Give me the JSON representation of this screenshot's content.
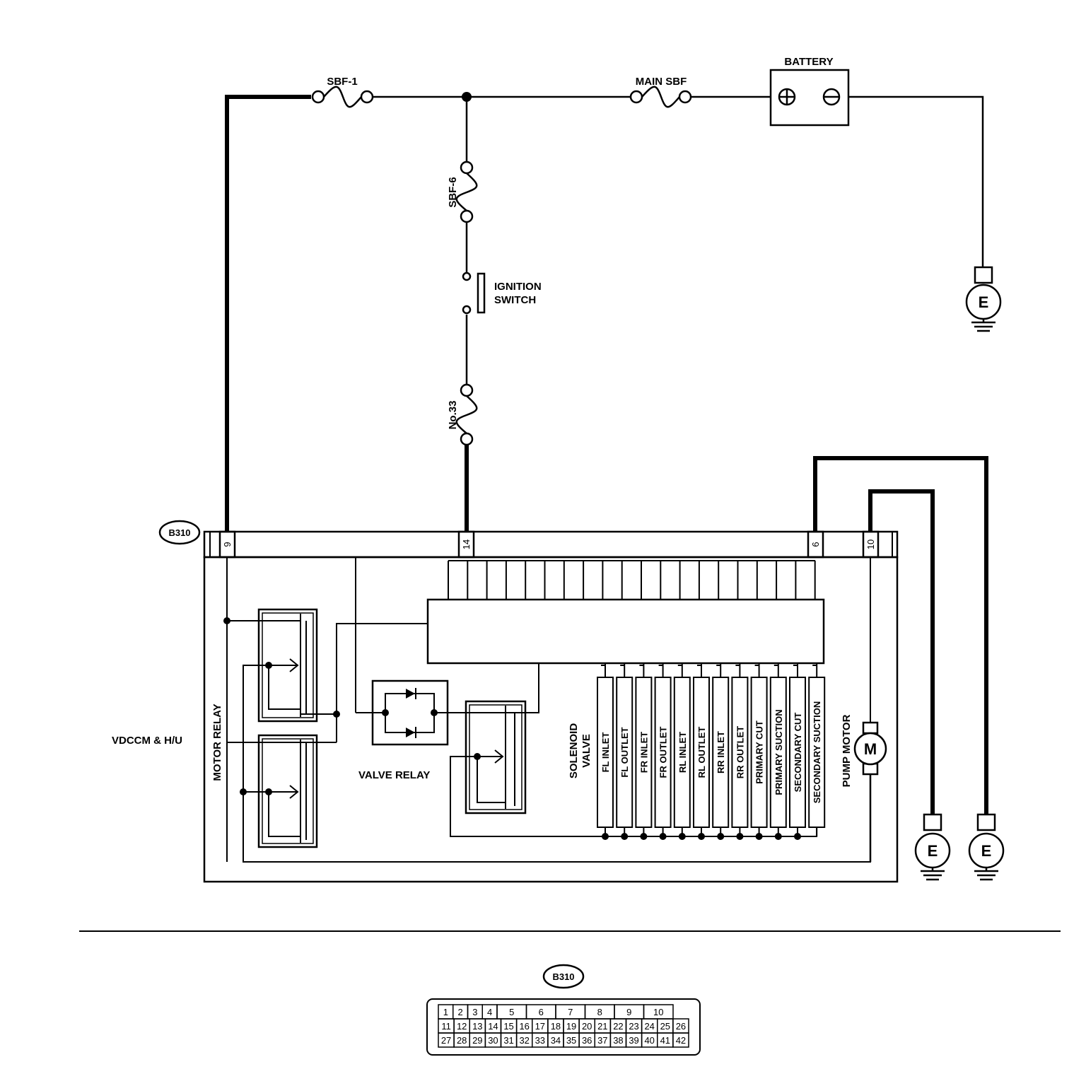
{
  "colors": {
    "ink": "#000000",
    "paper": "#ffffff"
  },
  "labels": {
    "sbf1": "SBF-1",
    "main_sbf": "MAIN SBF",
    "battery": "BATTERY",
    "battery_plus": "+",
    "battery_minus": "−",
    "sbf6": "SBF-6",
    "ignition_line1": "IGNITION",
    "ignition_line2": "SWITCH",
    "no33": "No.33",
    "connector": "B310",
    "vdccm": "VDCCM & H/U",
    "motor_relay": "MOTOR RELAY",
    "valve_relay": "VALVE RELAY",
    "solenoid_line1": "SOLENOID",
    "solenoid_line2": "VALVE",
    "pump_motor": "PUMP MOTOR",
    "motor_symbol": "M",
    "ground_symbol": "E"
  },
  "terminals": [
    "9",
    "14",
    "6",
    "10"
  ],
  "solenoid_valves": [
    "FL INLET",
    "FL OUTLET",
    "FR INLET",
    "FR OUTLET",
    "RL INLET",
    "RL OUTLET",
    "RR INLET",
    "RR OUTLET",
    "PRIMARY CUT",
    "PRIMARY SUCTION",
    "SECONDARY CUT",
    "SECONDARY SUCTION"
  ],
  "connector_face": {
    "name": "B310",
    "row1": [
      "1",
      "2",
      "3",
      "4",
      "5",
      "6",
      "7",
      "8",
      "9",
      "10"
    ],
    "row2": [
      "11",
      "12",
      "13",
      "14",
      "15",
      "16",
      "17",
      "18",
      "19",
      "20",
      "21",
      "22",
      "23",
      "24",
      "25",
      "26"
    ],
    "row3": [
      "27",
      "28",
      "29",
      "30",
      "31",
      "32",
      "33",
      "34",
      "35",
      "36",
      "37",
      "38",
      "39",
      "40",
      "41",
      "42"
    ]
  }
}
